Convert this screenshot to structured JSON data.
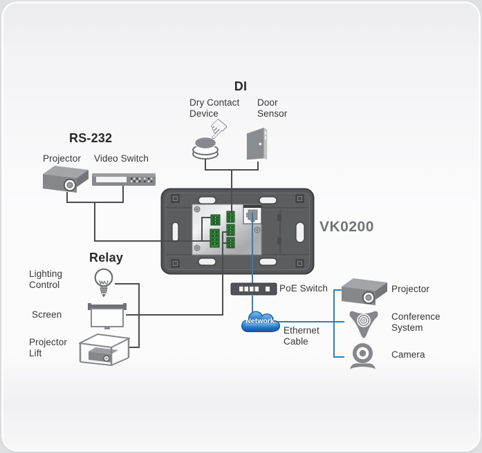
{
  "device": {
    "model": "VK0200"
  },
  "sections": {
    "di": {
      "heading": "DI",
      "dry_contact": "Dry Contact\nDevice",
      "door_sensor": "Door\nSensor"
    },
    "rs232": {
      "heading": "RS-232",
      "projector": "Projector",
      "video_switch": "Video Switch"
    },
    "relay": {
      "heading": "Relay",
      "lighting": "Lighting\nControl",
      "screen": "Screen",
      "projector_lift": "Projector\nLift"
    },
    "network": {
      "poe_switch": "PoE Switch",
      "cloud": "Network",
      "ethernet_cable": "Ethernet\nCable",
      "projector": "Projector",
      "conference_system": "Conference\nSystem",
      "camera": "Camera"
    }
  },
  "colors": {
    "connector_dark": "#4a4b4d",
    "connector_blue": "#2e7cbe",
    "icon_gray": "#85878a",
    "terminal_green": "#2f8236",
    "cloud_blue": "#1b5fa8",
    "model_text": "#717376"
  }
}
